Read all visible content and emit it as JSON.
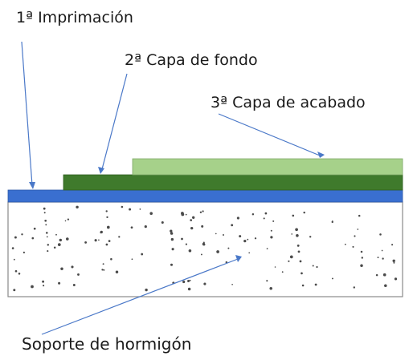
{
  "labels": {
    "primer": "1ª Imprimación",
    "base_coat": "2ª Capa de fondo",
    "finish_coat": "3ª Capa de acabado",
    "substrate": "Soporte de hormigón"
  },
  "colors": {
    "primer_layer": "#3a6fd0",
    "base_coat_layer": "#3f7a2c",
    "finish_coat_layer": "#a6d18a",
    "substrate_fill": "#ffffff",
    "substrate_border": "#8a8a8a",
    "aggregate_dots": "#4a4a4a",
    "leader_lines": "#4a78c8"
  }
}
